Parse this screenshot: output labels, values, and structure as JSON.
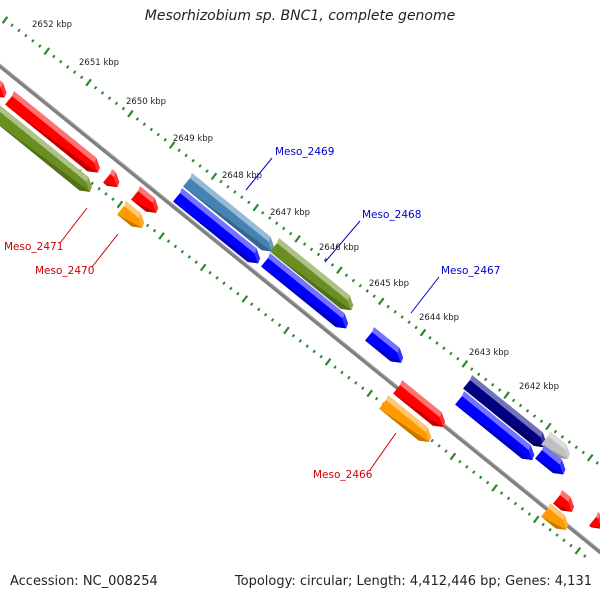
{
  "header": {
    "title": "Mesorhizobium sp. BNC1, complete genome"
  },
  "footer": {
    "accession": "Accession: NC_008254",
    "topology": "Topology: circular; Length: 4,412,446 bp; Genes: 4,131"
  },
  "ruler": {
    "ticks": [
      {
        "label": "2652 kbp"
      },
      {
        "label": "2651 kbp"
      },
      {
        "label": "2650 kbp"
      },
      {
        "label": "2649 kbp"
      },
      {
        "label": "2648 kbp"
      },
      {
        "label": "2647 kbp"
      },
      {
        "label": "2646 kbp"
      },
      {
        "label": "2645 kbp"
      },
      {
        "label": "2644 kbp"
      },
      {
        "label": "2643 kbp"
      },
      {
        "label": "2642 kbp"
      }
    ]
  },
  "gene_labels": {
    "meso_2469": {
      "text": "Meso_2469",
      "color": "#0000cc"
    },
    "meso_2468": {
      "text": "Meso_2468",
      "color": "#0000cc"
    },
    "meso_2467": {
      "text": "Meso_2467",
      "color": "#0000cc"
    },
    "meso_2471": {
      "text": "Meso_2471",
      "color": "#cc0000"
    },
    "meso_2470": {
      "text": "Meso_2470",
      "color": "#cc0000"
    },
    "meso_2466": {
      "text": "Meso_2466",
      "color": "#cc0000"
    }
  },
  "colors": {
    "backbone": "#808080",
    "tick_green": "#2a8a2a",
    "red": "#ff0000",
    "orange": "#ff9900",
    "olive": "#6b8e23",
    "blue": "#0000ff",
    "steel_blue": "#4682b4",
    "navy": "#000080",
    "gray": "#c0c0c0"
  }
}
